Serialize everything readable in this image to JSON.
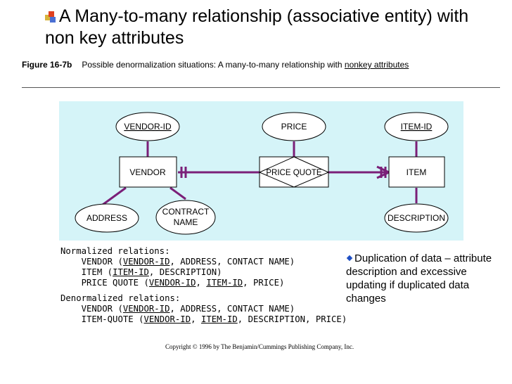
{
  "slide": {
    "title": "A Many-to-many relationship (associative entity) with non key attributes",
    "title_icon": "bullet-squares-icon"
  },
  "caption": {
    "label": "Figure 16-7b",
    "text": "Possible denormalization situations:  A many-to-many relationship with ",
    "text_underlined": "nonkey attributes"
  },
  "diagram": {
    "background": "#d5f4f8",
    "line_color": "#7a1f78",
    "entities": {
      "vendor": "VENDOR",
      "item": "ITEM"
    },
    "associative_entity": "PRICE QUOTE",
    "attributes": {
      "vendor_id": "VENDOR-ID",
      "price": "PRICE",
      "item_id": "ITEM-ID",
      "address": "ADDRESS",
      "contract_line1": "CONTRACT",
      "contract_line2": "NAME",
      "description": "DESCRIPTION"
    }
  },
  "relations": {
    "normalized_header": "Normalized relations:",
    "vendor": {
      "name": "VENDOR",
      "key": "VENDOR-ID",
      "rest": ", ADDRESS, CONTACT NAME)"
    },
    "item": {
      "name": "ITEM",
      "key": "ITEM-ID",
      "rest": ", DESCRIPTION)"
    },
    "price_quote": {
      "name": "PRICE QUOTE",
      "key1": "VENDOR-ID",
      "key2": "ITEM-ID",
      "rest": ", PRICE)"
    },
    "denormalized_header": "Denormalized relations:",
    "vendor2": {
      "name": "VENDOR",
      "key": "VENDOR-ID",
      "rest": ", ADDRESS, CONTACT NAME)"
    },
    "item_quote": {
      "name": "ITEM-QUOTE",
      "key1": "VENDOR-ID",
      "key2": "ITEM-ID",
      "rest": ", DESCRIPTION, PRICE)"
    }
  },
  "note": {
    "text": "Duplication of data – attribute description and excessive updating if duplicated data changes"
  },
  "copyright": "Copyright © 1996 by The Benjamin/Cummings Publishing Company, Inc."
}
